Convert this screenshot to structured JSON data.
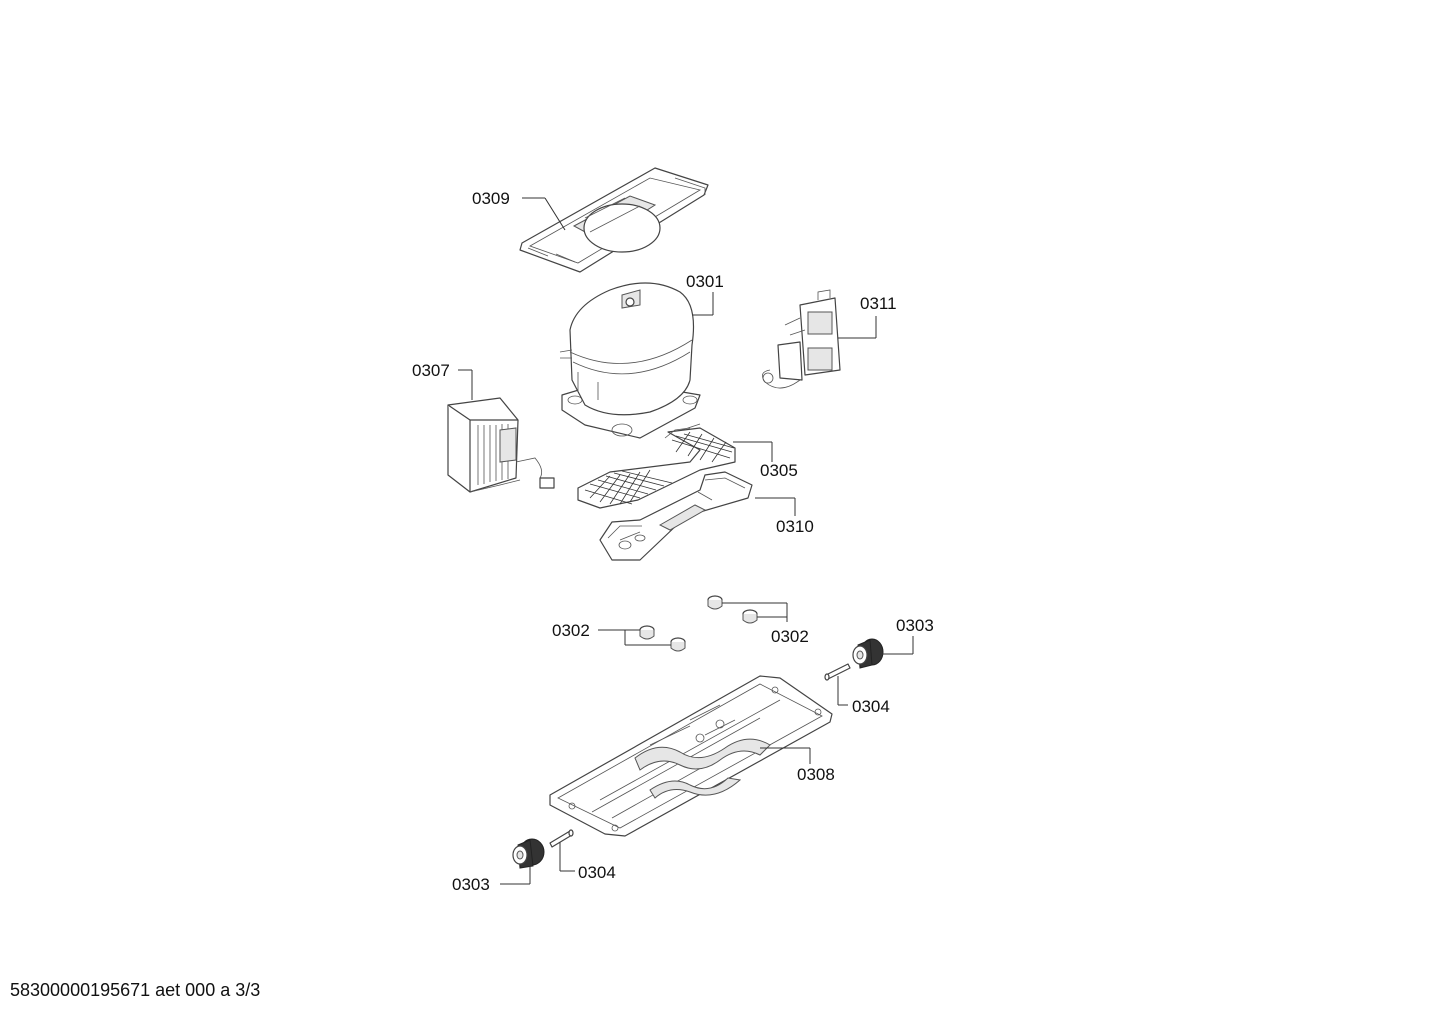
{
  "labels": {
    "fan_housing": "0309",
    "compressor": "0301",
    "relay_unit": "0311",
    "electronic_box": "0307",
    "grid_panel": "0305",
    "drip_tray": "0310",
    "grommets_left": "0302",
    "grommets_right": "0302",
    "roller_right": "0303",
    "axle_right": "0304",
    "base_plate": "0308",
    "roller_left": "0303",
    "axle_left": "0304"
  },
  "footer": "58300000195671 aet 000 a 3/3"
}
